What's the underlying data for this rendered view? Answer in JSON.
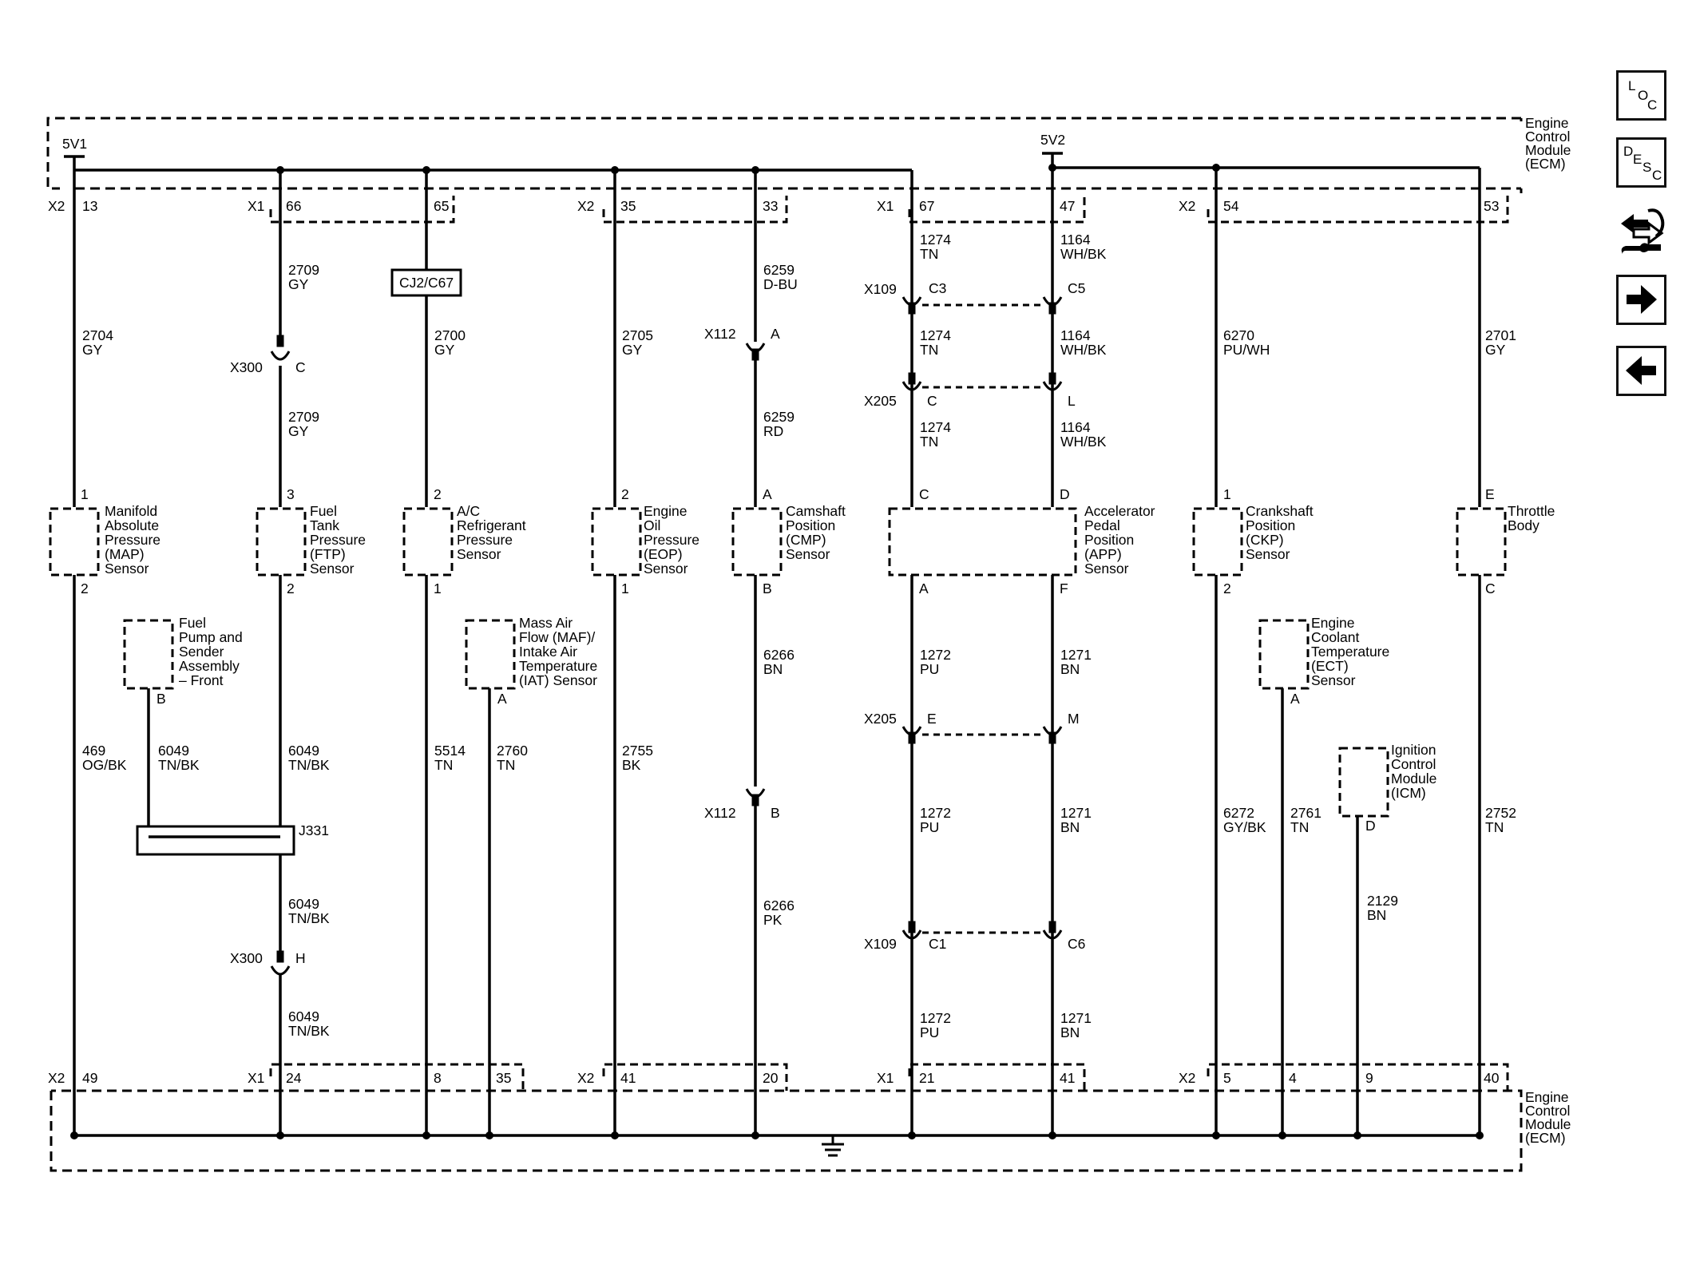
{
  "ecm": {
    "top_label": [
      "Engine",
      "Control",
      "Module",
      "(ECM)"
    ],
    "bottom_label": [
      "Engine",
      "Control",
      "Module",
      "(ECM)"
    ]
  },
  "supplies": {
    "v1": "5V1",
    "v2": "5V2"
  },
  "connectors": {
    "x1": "X1",
    "x2": "X2",
    "cj2": "CJ2/C67",
    "j331": "J331",
    "x109": "X109",
    "x112": "X112",
    "x205": "X205",
    "x300": "X300"
  },
  "pins_top": [
    "13",
    "66",
    "65",
    "35",
    "33",
    "67",
    "47",
    "54",
    "53"
  ],
  "pins_bottom": [
    "49",
    "24",
    "8",
    "35",
    "41",
    "20",
    "21",
    "41",
    "5",
    "4",
    "9",
    "40"
  ],
  "wires": [
    {
      "circuit": "2704",
      "color": "GY"
    },
    {
      "circuit": "2709",
      "color": "GY"
    },
    {
      "circuit": "2709",
      "color": "GY"
    },
    {
      "circuit": "2700",
      "color": "GY"
    },
    {
      "circuit": "2705",
      "color": "GY"
    },
    {
      "circuit": "6259",
      "color": "D-BU"
    },
    {
      "circuit": "6259",
      "color": "RD"
    },
    {
      "circuit": "1274",
      "color": "TN"
    },
    {
      "circuit": "1274",
      "color": "TN"
    },
    {
      "circuit": "1274",
      "color": "TN"
    },
    {
      "circuit": "1164",
      "color": "WH/BK"
    },
    {
      "circuit": "1164",
      "color": "WH/BK"
    },
    {
      "circuit": "1164",
      "color": "WH/BK"
    },
    {
      "circuit": "6270",
      "color": "PU/WH"
    },
    {
      "circuit": "2701",
      "color": "GY"
    },
    {
      "circuit": "469",
      "color": "OG/BK"
    },
    {
      "circuit": "6049",
      "color": "TN/BK"
    },
    {
      "circuit": "6049",
      "color": "TN/BK"
    },
    {
      "circuit": "5514",
      "color": "TN"
    },
    {
      "circuit": "2760",
      "color": "TN"
    },
    {
      "circuit": "2755",
      "color": "BK"
    },
    {
      "circuit": "6266",
      "color": "BN"
    },
    {
      "circuit": "6266",
      "color": "PK"
    },
    {
      "circuit": "1272",
      "color": "PU"
    },
    {
      "circuit": "1272",
      "color": "PU"
    },
    {
      "circuit": "1272",
      "color": "PU"
    },
    {
      "circuit": "1271",
      "color": "BN"
    },
    {
      "circuit": "1271",
      "color": "BN"
    },
    {
      "circuit": "1271",
      "color": "BN"
    },
    {
      "circuit": "6272",
      "color": "GY/BK"
    },
    {
      "circuit": "2761",
      "color": "TN"
    },
    {
      "circuit": "2752",
      "color": "TN"
    },
    {
      "circuit": "6049",
      "color": "TN/BK"
    },
    {
      "circuit": "6049",
      "color": "TN/BK"
    },
    {
      "circuit": "2129",
      "color": "BN"
    }
  ],
  "terminals": [
    "C",
    "C3",
    "C5",
    "A",
    "C",
    "L",
    "H",
    "B",
    "E",
    "M",
    "C1",
    "C6"
  ],
  "sensor_pins": [
    "1",
    "3",
    "2",
    "2",
    "A",
    "C",
    "D",
    "1",
    "E",
    "2",
    "2",
    "1",
    "1",
    "B",
    "A",
    "F",
    "2",
    "C",
    "B",
    "A",
    "A",
    "D"
  ],
  "components": {
    "map": [
      "Manifold",
      "Absolute",
      "Pressure",
      "(MAP)",
      "Sensor"
    ],
    "ftp": [
      "Fuel",
      "Tank",
      "Pressure",
      "(FTP)",
      "Sensor"
    ],
    "ac": [
      "A/C",
      "Refrigerant",
      "Pressure",
      "Sensor"
    ],
    "eop": [
      "Engine",
      "Oil",
      "Pressure",
      "(EOP)",
      "Sensor"
    ],
    "cmp": [
      "Camshaft",
      "Position",
      "(CMP)",
      "Sensor"
    ],
    "app": [
      "Accelerator",
      "Pedal",
      "Position",
      "(APP)",
      "Sensor"
    ],
    "ckp": [
      "Crankshaft",
      "Position",
      "(CKP)",
      "Sensor"
    ],
    "throttle": [
      "Throttle",
      "Body"
    ],
    "fuel_pump": [
      "Fuel",
      "Pump and",
      "Sender",
      "Assembly",
      "– Front"
    ],
    "maf": [
      "Mass Air",
      "Flow (MAF)/",
      "Intake Air",
      "Temperature",
      "(IAT) Sensor"
    ],
    "ect": [
      "Engine",
      "Coolant",
      "Temperature",
      "(ECT)",
      "Sensor"
    ],
    "icm": [
      "Ignition",
      "Control",
      "Module",
      "(ICM)"
    ]
  },
  "side_buttons": {
    "loc": {
      "icon": "loc-icon",
      "letters": [
        "L",
        "O",
        "C"
      ]
    },
    "desc": {
      "icon": "desc-icon",
      "letters": [
        "D",
        "E",
        "S",
        "C"
      ]
    },
    "diag": {
      "icon": "wrench-arrows-icon"
    },
    "next": {
      "icon": "arrow-right-icon"
    },
    "prev": {
      "icon": "arrow-left-icon"
    }
  }
}
